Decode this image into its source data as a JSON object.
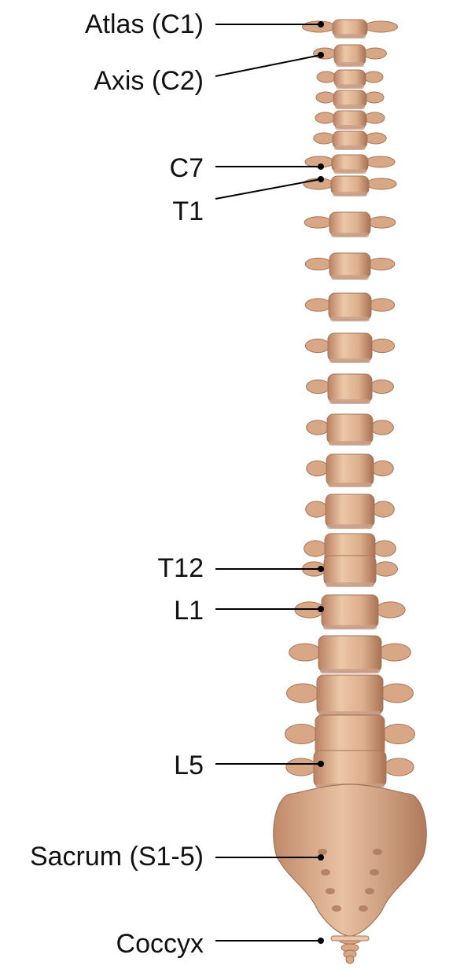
{
  "figure": {
    "colors": {
      "bone": "#d8a886",
      "bone_light": "#ecc8a8",
      "bone_dark": "#a87356",
      "disc": "#c9a089",
      "leader": "#000000",
      "text": "#111111"
    },
    "labels": [
      {
        "id": "atlas",
        "text": "Atlas (C1)"
      },
      {
        "id": "axis",
        "text": "Axis (C2)"
      },
      {
        "id": "c7",
        "text": "C7"
      },
      {
        "id": "t1",
        "text": "T1"
      },
      {
        "id": "t12",
        "text": "T12"
      },
      {
        "id": "l1",
        "text": "L1"
      },
      {
        "id": "l5",
        "text": "L5"
      },
      {
        "id": "sacrum",
        "text": "Sacrum (S1-5)"
      },
      {
        "id": "coccyx",
        "text": "Coccyx"
      }
    ]
  }
}
